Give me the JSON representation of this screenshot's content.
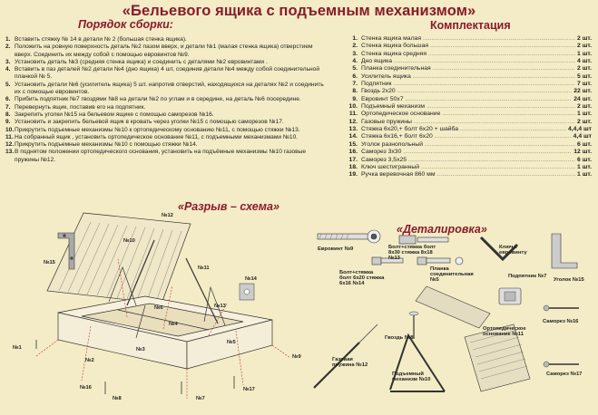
{
  "title": "«Бельевого ящика с подъемным механизмом»",
  "assembly_heading": "Порядок сборки:",
  "kit_heading": "Комплектация",
  "exploded_heading": "«Разрыв – схема»",
  "details_heading": "«Деталировка»",
  "steps": [
    {
      "n": "1.",
      "t": "Вставить стяжку № 14 в детали № 2 (большая стенка ящика)."
    },
    {
      "n": "2.",
      "t": "Положить на ровную поверхность деталь №2 пазом вверх, и детали №1 (малая стенка ящика) отверстием вверх. Соединить их между собой с помощью евровинтов №9."
    },
    {
      "n": "3.",
      "t": "Установить деталь №3 (средняя стенка ящика) и соединить с деталями №2 евровинтами ."
    },
    {
      "n": "4.",
      "t": "Вставить в паз деталей №2 детали №4 (дно ящика) 4 шт, соединив детали №4 между собой соединительной планкой № 5."
    },
    {
      "n": "5.",
      "t": "Установить детали №6 (усилитель ящика) 5 шт. напротив отверстий, находящихся на деталях №2 и соединить их с помощью евровинтов."
    },
    {
      "n": "6.",
      "t": "Прибить подпятник №7 гвоздями №8 на детали №2 по углам и в середине, на деталь №6 посередине."
    },
    {
      "n": "7.",
      "t": "Перевернуть ящик, поставив его на подпятник."
    },
    {
      "n": "8.",
      "t": "Закрепить уголки №15 на бельевом ящике с помощью саморезов №16."
    },
    {
      "n": "9.",
      "t": "Установить и закрепить бельевой ящик в кровать через уголки №15 с помощью саморезов №17."
    },
    {
      "n": "10.",
      "t": "Прикрутить подъемные механизмы №10 к ортопедическому основанию №11, с помощью стяжки №13."
    },
    {
      "n": "11.",
      "t": "На собранный ящик , установить ортопедическое основание №11, с подъемными механизмами №10."
    },
    {
      "n": "12.",
      "t": "Прикрутить подъемные механизмы №10 с помощью стяжки №14."
    },
    {
      "n": "13.",
      "t": "В поднятом положении ортопедического основания, установить на подъёмные механизмы №10 газовые пружины №12."
    }
  ],
  "kit": [
    {
      "n": "1.",
      "name": "Стенка ящика малая",
      "q": "2 шт."
    },
    {
      "n": "2.",
      "name": "Стенка ящика большая",
      "q": "2 шт."
    },
    {
      "n": "3.",
      "name": "Стенка ящика средняя",
      "q": "1 шт."
    },
    {
      "n": "4.",
      "name": "Дно ящика",
      "q": "4 шт."
    },
    {
      "n": "5.",
      "name": "Планка соединительная",
      "q": "2 шт."
    },
    {
      "n": "6.",
      "name": "Усилитель ящика",
      "q": "5 шт."
    },
    {
      "n": "7.",
      "name": "Подпятник",
      "q": "7 шт."
    },
    {
      "n": "8.",
      "name": "Гвоздь 2х20",
      "q": "22 шт."
    },
    {
      "n": "9.",
      "name": "Евровинт 50х7",
      "q": "24 шт."
    },
    {
      "n": "10.",
      "name": "Подъемный механизм",
      "q": "2 шт."
    },
    {
      "n": "11.",
      "name": "Ортопедическое основание",
      "q": "1 шт."
    },
    {
      "n": "12.",
      "name": "Газовые пружины",
      "q": "2 шт."
    },
    {
      "n": "13.",
      "name": "Стяжка 6х20,+ болт 6х20 + шайба",
      "q": "4,4,4 шт"
    },
    {
      "n": "14.",
      "name": "Стяжка 6х16,+ болт 6х20",
      "q": "4,4 шт"
    },
    {
      "n": "15.",
      "name": "Уголок разнопольный",
      "q": "6 шт."
    },
    {
      "n": "16.",
      "name": "Саморез 3х30",
      "q": "12 шт."
    },
    {
      "n": "17.",
      "name": "Саморез 3,5х25",
      "q": "6 шт."
    },
    {
      "n": "18.",
      "name": "Ключ шестигранный",
      "q": "1 шт."
    },
    {
      "n": "19.",
      "name": "Ручка веревочная 860 мм",
      "q": "1 шт."
    }
  ],
  "detail_labels": {
    "eurovint": "Евровинт №9",
    "bolt_8x30": "Болт+стяжка болт 8х30 стяжка 8х18 №13",
    "bolt_6x20": "Болт+стяжка болт 6х20 стяжка 6х16 №14",
    "key": "Ключ к евровинту",
    "podpyatnik": "Подпятник №7",
    "ugolok": "Уголок №15",
    "planka": "Планка соединительная №5",
    "gvozd": "Гвоздь №8",
    "samorez16": "Саморез №16",
    "ortho": "Ортопедическое основание №11",
    "gas": "Газовая пружина №12",
    "mech": "Подъемный механизм №10",
    "samorez17": "Саморез №17"
  },
  "exploded_labels": [
    "№1",
    "№2",
    "№3",
    "№4",
    "№5",
    "№6",
    "№7",
    "№8",
    "№9",
    "№10",
    "№11",
    "№12",
    "№13",
    "№14",
    "№15",
    "№16",
    "№17"
  ]
}
